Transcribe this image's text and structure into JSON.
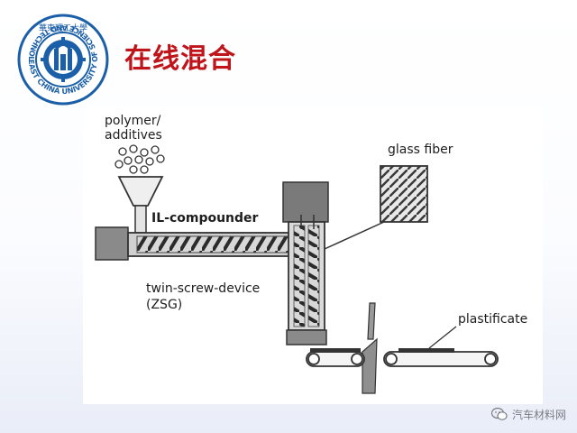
{
  "slide": {
    "title": "在线混合",
    "colors": {
      "title": "#c0141b",
      "logo_blue": "#1b5fa8"
    }
  },
  "logo": {
    "top_text": "華東理工大學",
    "ring_text": "EAST CHINA UNIVERSITY OF SCIENCE AND TECHNOLOGY",
    "icon": "ecust-seal-logo"
  },
  "diagram": {
    "labels": {
      "polymer_line1": "polymer/",
      "polymer_line2": "additives",
      "il_compounder": "IL-compounder",
      "glass_fiber": "glass fiber",
      "twin_screw_line1": "twin-screw-device",
      "twin_screw_line2": "(ZSG)",
      "plastificate": "plastificate"
    }
  },
  "watermark": {
    "text": "汽车材料网",
    "icon": "wechat-icon"
  }
}
